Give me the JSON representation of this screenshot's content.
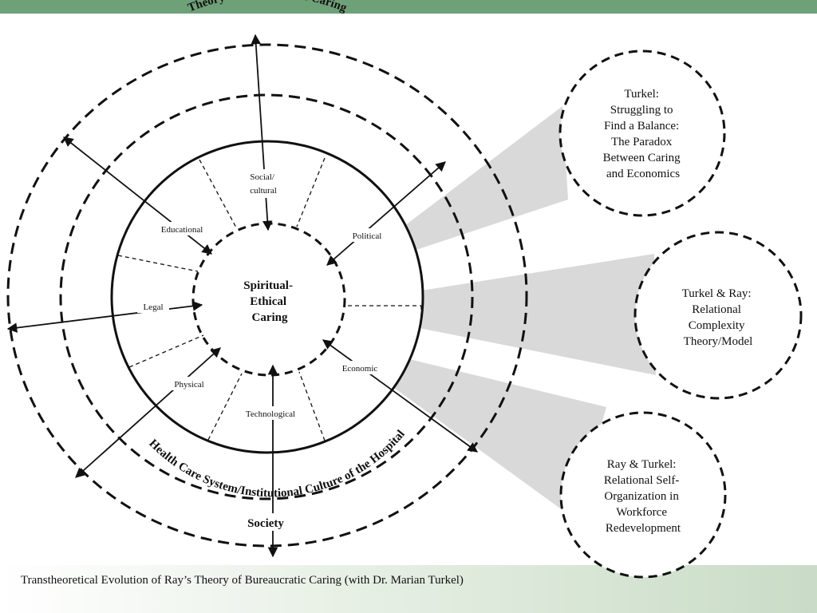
{
  "colors": {
    "top_bar": "#6fa179",
    "caption_gradient_end": "#c9dcc6",
    "beam_gray": "#d9d9d9",
    "ink": "#111111"
  },
  "diagram": {
    "outer_ring_label": "Theory of Bureaucratic Caring",
    "institution_ring_label": "Health Care System/Institutional Culture of the Hospital",
    "society_label": "Society",
    "center_lines": [
      "Spiritual-",
      "Ethical",
      "Caring"
    ],
    "dimensions": {
      "social_lines": [
        "Social/",
        "cultural"
      ],
      "political": "Political",
      "educational": "Educational",
      "legal": "Legal",
      "economic": "Economic",
      "physical": "Physical",
      "technological": "Technological"
    },
    "bubbles": [
      {
        "lines": [
          "Turkel:",
          "Struggling to",
          "Find a Balance:",
          "The Paradox",
          "Between Caring",
          "and Economics"
        ]
      },
      {
        "lines": [
          "Turkel & Ray:",
          "Relational",
          "Complexity",
          "Theory/Model"
        ]
      },
      {
        "lines": [
          "Ray & Turkel:",
          "Relational Self-",
          "Organization in",
          "Workforce",
          "Redevelopment"
        ]
      }
    ]
  },
  "caption": "Transtheoretical Evolution of Ray’s Theory of Bureaucratic Caring (with Dr. Marian Turkel)"
}
